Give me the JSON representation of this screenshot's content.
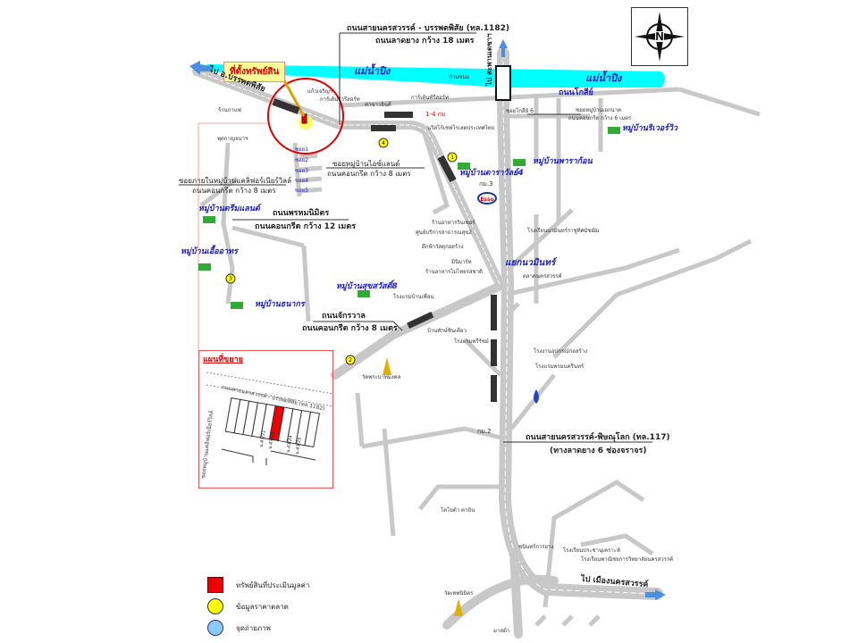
{
  "map": {
    "subject_label": "ที่ตั้งทรัพย์สิน",
    "river_label_left": "แม่น้ำปิง",
    "river_label_right": "แม่น้ำปิง",
    "to_banphot": "ไป อ.บรรพตพิสัย",
    "to_north": "ไป สะพานเดชาฯ",
    "to_nakhonsawan": "ไป เมืองนครสวรรค์",
    "compass_letter": "N",
    "distance_label": "1-4 กม",
    "roads": {
      "r1182_name": "ถนนสายนครสวรรค์ - บรรพตพิสัย (ทล.1182)",
      "r1182_desc": "ถนนลาดยาง กว้าง 18 เมตร",
      "kosi": "ถนนโกสีย์",
      "kosi_soi": "ซอยโกสีย์ 6",
      "soi_kanok_name": "ซอยหมู่บ้านเอกนาค",
      "soi_kanok_desc": "ถนนคอนกรีต กว้าง 6 เมตร",
      "soi_island_name": "ซอยหมู่บ้านไอซ์แลนด์",
      "soi_island_desc": "ถนนคอนกรีต กว้าง 8 เมตร",
      "soi_inner_name": "ซอยภายในหมู่บ้านแคลิฟอร์เนียร์วิลล์",
      "soi_inner_desc": "ถนนคอนกรีต กว้าง 8 เมตร",
      "phrom_name": "ถนนพรหมนิมิตร",
      "phrom_desc": "ถนนคอนกรีต กว้าง 12 เมตร",
      "chakrawan_name": "ถนนจักรวาล",
      "chakrawan_desc": "ถนนคอนกรีต กว้าง 8 เมตร",
      "r117_name": "ถนนสายนครสวรรค์-พิษณุโลก (ทล.117)",
      "r117_desc": "(ทางลาดยาง 6 ช่องจราจร)",
      "junction": "แยกนวมินทร์",
      "soi_labels": [
        "ซอย1",
        "ซอย2",
        "ซอย3",
        "ซอย4",
        "ซอย5"
      ]
    },
    "villages": [
      "หมู่บ้านริเวอร์วิว",
      "หมู่บ้านพาราก้อน",
      "หมู่บ้านดาราวัลย์4",
      "หมู่บ้านดรีมแลนด์",
      "หมู่บ้านเอื้ออาทร",
      "หมู่บ้านธนากร",
      "หมู่บ้านสุขสวัสดิ์8"
    ],
    "landmarks": {
      "coffee": "ร้านกาแฟ",
      "kindergarten": "พุดกาญจนาฯ",
      "house": "บ้านขนม",
      "kaew": "แก้วเจริญฯ",
      "cargarden1": "การ์เด้นวิวรีสอร์ท",
      "cargarden2": "การ์เด้นท์รีสอร์ท",
      "rice": "ค่าขาวอินดี",
      "chevrolet": "นวิสโก้เชฟโรเลตประเทศไทย",
      "km3": "กม.3",
      "km2": "กม.2",
      "restaurant1": "ร้านอาหารวินเซอร์",
      "service": "ศูนย์บริการสาธารณสุข2",
      "building": "ตึกฟ้าวัสดุก่อสร้าง",
      "mini": "มินิมาร์ท",
      "restaurant2": "ร้านอาหารไม่ไทยรสชาติ",
      "school1": "โรงเรียนนวมินทร์ราชูทิศมัชฌิม",
      "market": "ตลาดนครสวรรค์",
      "hotel1": "โรงแรมบ้านเพื่อน",
      "wood": "บ้านทักษ์ชินเคียว",
      "hotel2": "โรงแรมพรีรัชม์",
      "factory": "โรงงานอุปกรณ์ก่อสร้าง",
      "hotel3": "โรงแรมพรมนครินทร์",
      "temple1": "วัดพระบาทมงคล",
      "toyota": "โตโยต้า คาบิน",
      "honda": "ชนินทร์การยาง",
      "school2": "โรงเรียนประชานุเคราะห์",
      "school3": "โรงเรียนพาณิชยการวิทยาลัยนครสวรรค์",
      "temple2": "วัดเทพนิมิตร",
      "makro": "มาสด้า"
    },
    "markers": [
      "1",
      "2",
      "3",
      "4"
    ]
  },
  "inset": {
    "title": "แผนที่ขยาย",
    "road": "ถนนสายนครสวรรค์ - บรรพตพิสัย (ทล.1182)",
    "side_road": "ซอยหมู่บ้านแคลิฟอร์เนียร์วิลล์",
    "lots": [
      " น.43/21",
      "น.43/22",
      "น.43/23",
      "น.43/24",
      "น.43/25"
    ]
  },
  "legend": [
    {
      "label": "ทรัพย์สินที่ประเมินมูลค่า",
      "color": "#ee0000"
    },
    {
      "label": "ข้อมูลราคาตลาด",
      "color": "#ffff00"
    },
    {
      "label": "จุดถ่ายภาพ",
      "color": "#88ccff"
    }
  ],
  "colors": {
    "river": "#00ffff",
    "road": "#c8c8c8",
    "accent": "#e00000",
    "village": "#1a1acc"
  }
}
